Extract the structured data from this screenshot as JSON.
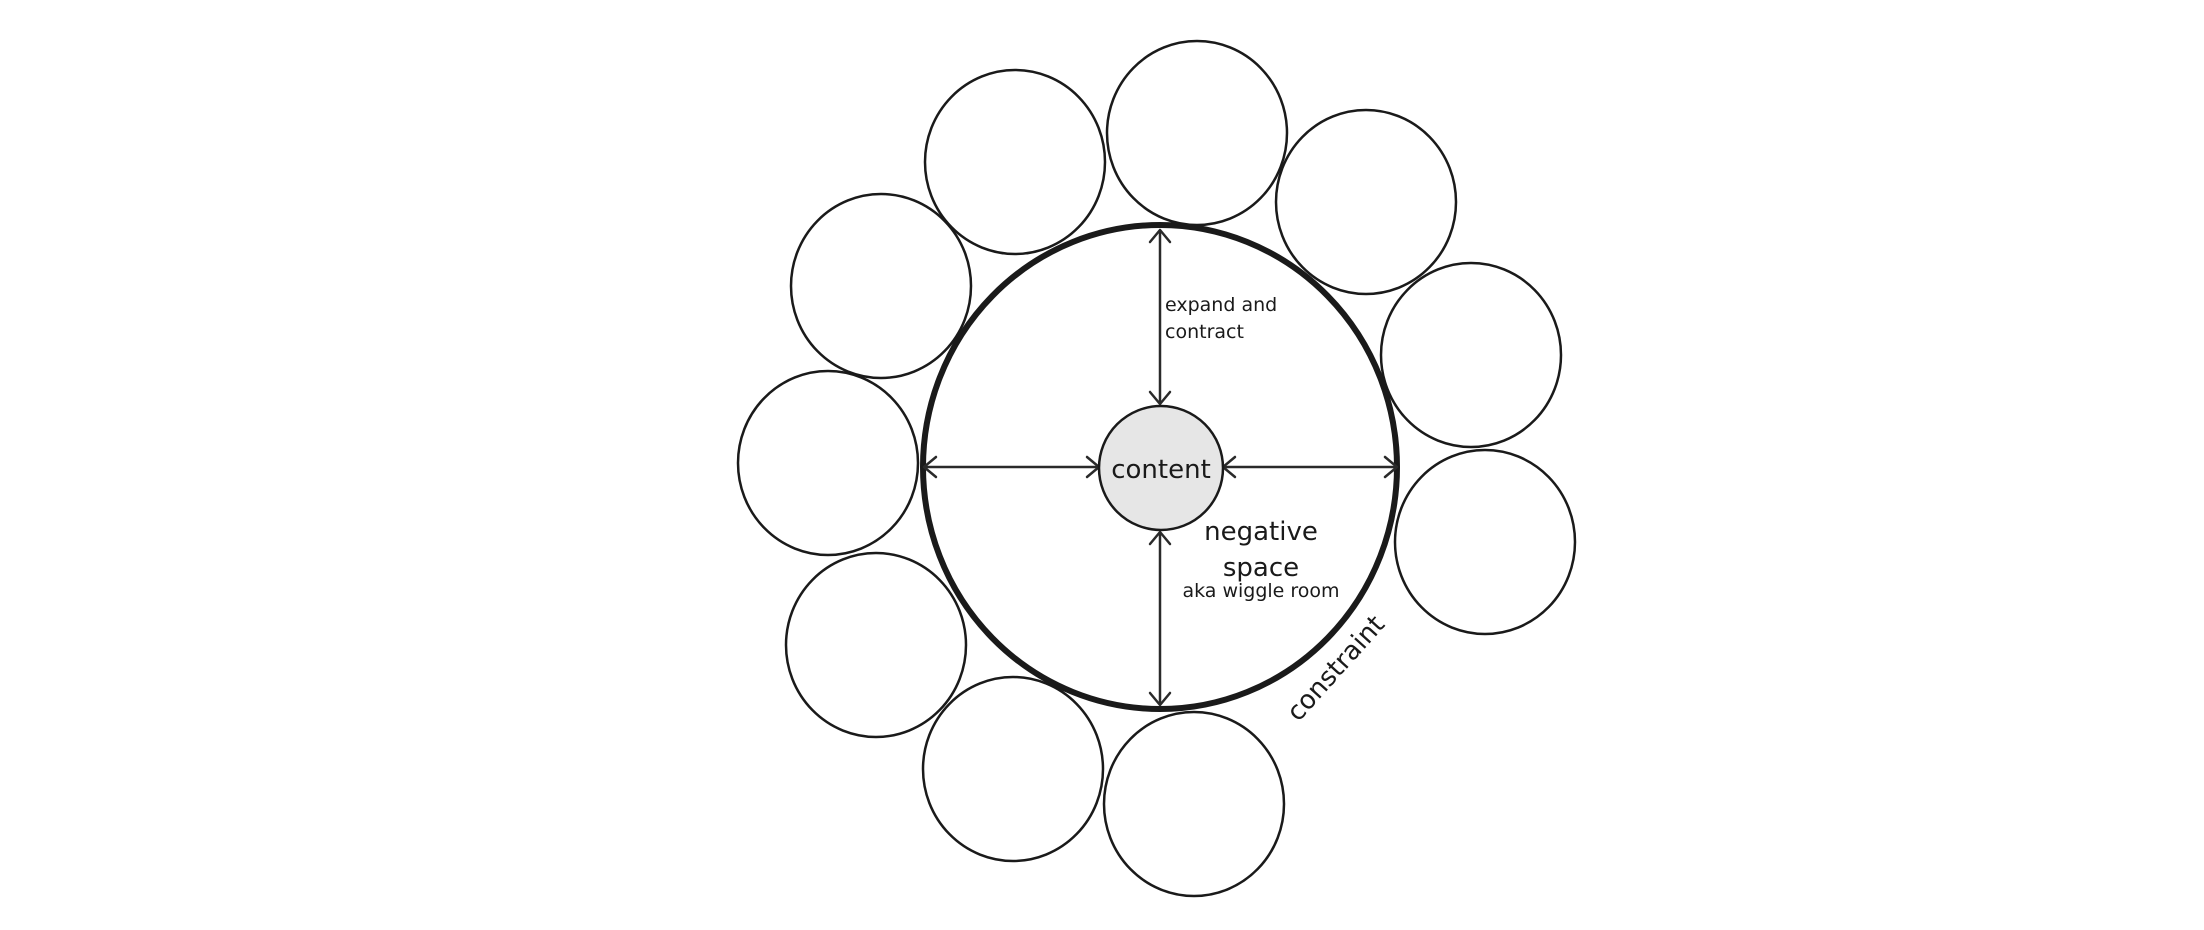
{
  "colors": {
    "stroke": "#1a1a1a",
    "content_fill": "#e6e6e6",
    "background": "#ffffff"
  },
  "labels": {
    "content": "content",
    "negative_space_line1": "negative",
    "negative_space_line2": "space",
    "aka": "aka wiggle room",
    "expand_line1": "expand and",
    "expand_line2": "contract",
    "constraint": "constraint"
  }
}
